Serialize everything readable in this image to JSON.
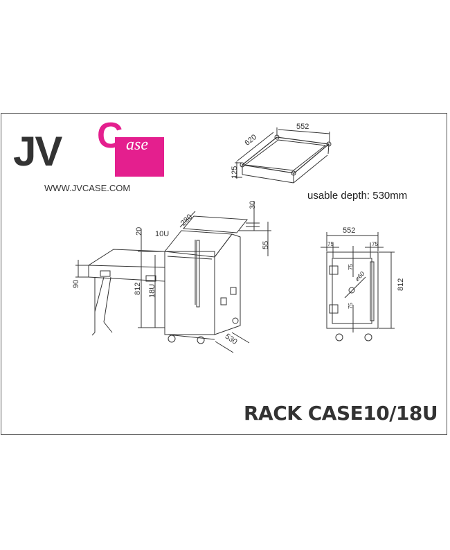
{
  "logo": {
    "jv": "JV",
    "c": "C",
    "case": "ase",
    "url": "WWW.JVCASE.COM",
    "brand_color": "#e41f8e",
    "text_color": "#333333"
  },
  "note": {
    "usable_depth": "usable depth: 530mm"
  },
  "title": "RACK CASE10/18U",
  "lid_drawing": {
    "width": "552",
    "depth": "620",
    "height": "125"
  },
  "side_drawing": {
    "top_depth": "280",
    "top_units": "10U",
    "top_gap": "20",
    "lid_thickness": "30",
    "lid_offset": "55",
    "table_thickness": "90",
    "height": "812",
    "bottom_units": "18U",
    "depth": "530"
  },
  "front_drawing": {
    "width": "552",
    "left_margin": "75",
    "right_margin": "75",
    "upper_offset": "75",
    "lower_offset": "75",
    "hole_diameter": "⌀60",
    "height": "812"
  }
}
